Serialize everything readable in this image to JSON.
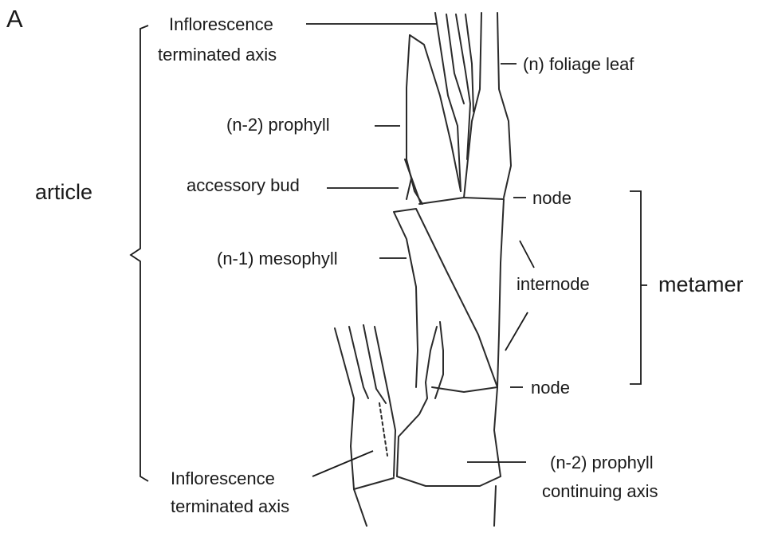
{
  "panel_label": "A",
  "labels": {
    "inflorescence_top_1": "Inflorescence",
    "inflorescence_top_2": "terminated axis",
    "foliage_leaf": "(n) foliage leaf",
    "prophyll_top": "(n-2) prophyll",
    "accessory_bud": "accessory bud",
    "node_top": "node",
    "mesophyll": "(n-1) mesophyll",
    "internode": "internode",
    "node_bottom": "node",
    "inflorescence_bottom_1": "Inflorescence",
    "inflorescence_bottom_2": "terminated axis",
    "prophyll_continuing_1": "(n-2) prophyll",
    "prophyll_continuing_2": "continuing axis",
    "article": "article",
    "metamer": "metamer"
  }
}
